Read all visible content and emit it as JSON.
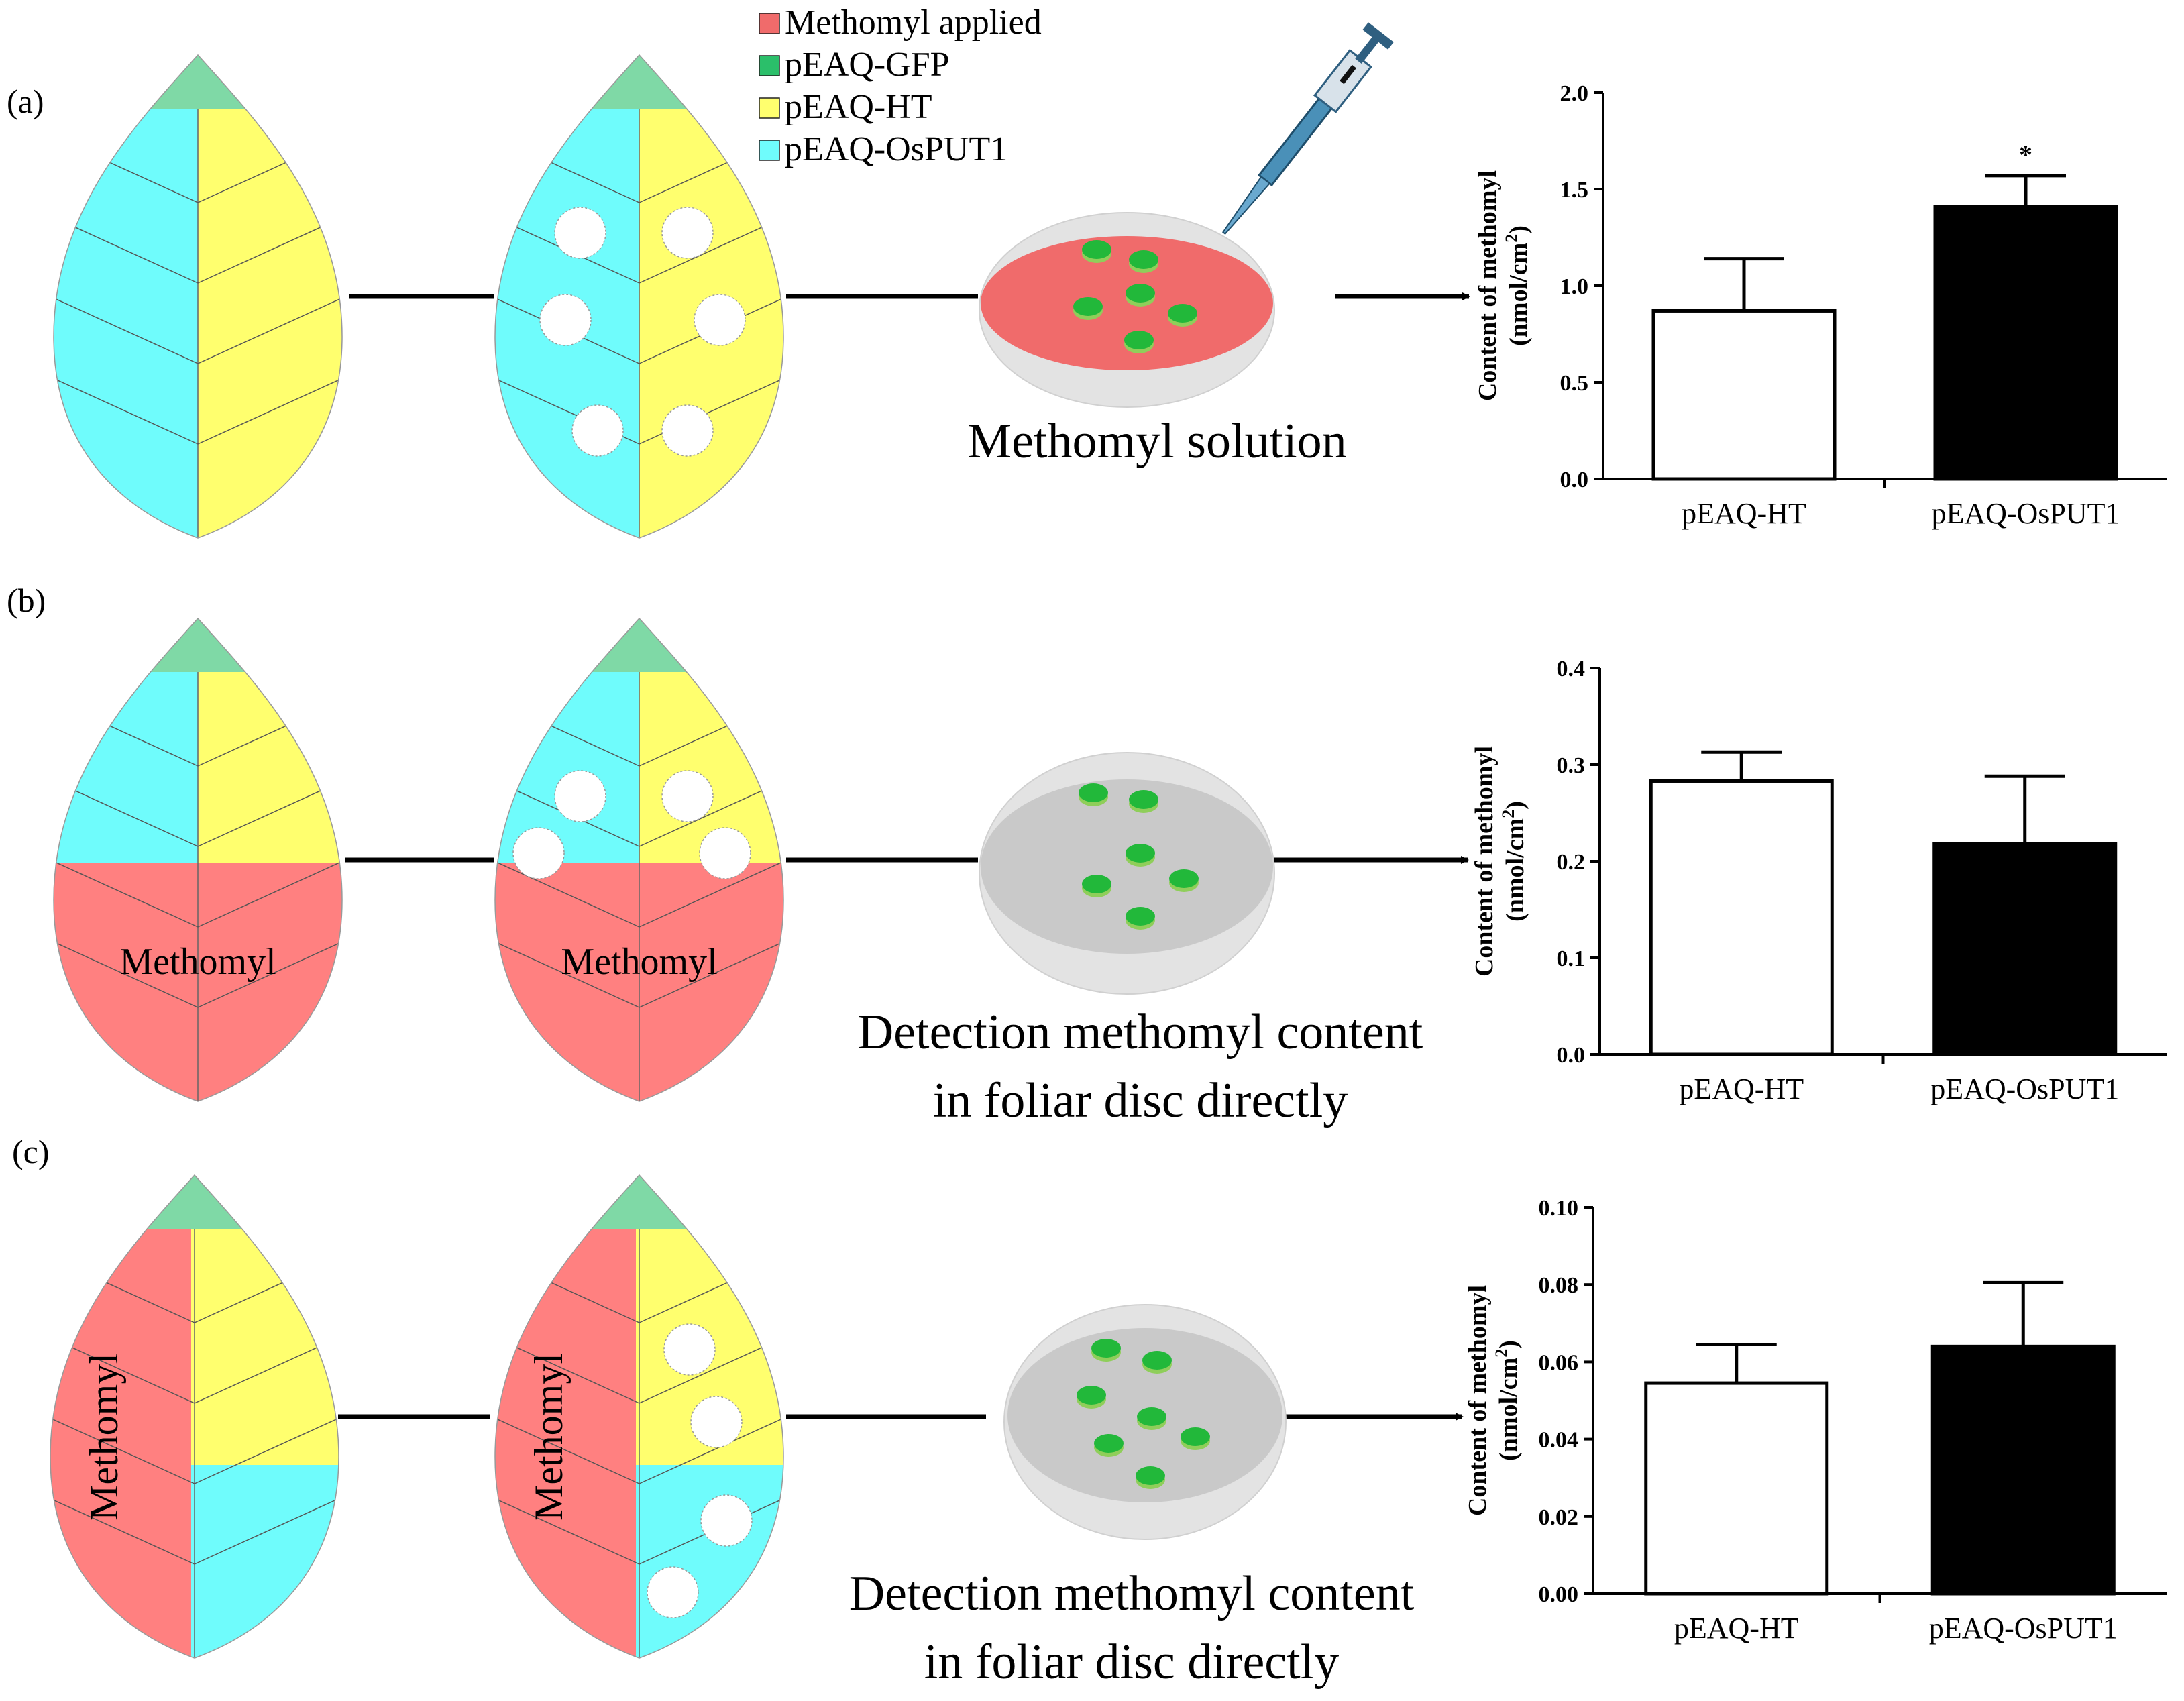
{
  "panels": [
    {
      "label": "(a)",
      "caption_lines": [
        "Methomyl solution"
      ],
      "leaf_text": ""
    },
    {
      "label": "(b)",
      "caption_lines": [
        "Detection methomyl content",
        "in foliar disc directly"
      ],
      "leaf_text": "Methomyl"
    },
    {
      "label": "(c)",
      "caption_lines": [
        "Detection methomyl content",
        "in foliar disc directly"
      ],
      "leaf_text": "Methomyl"
    }
  ],
  "legend": [
    {
      "label": "Methomyl applied",
      "color": "#f06b6b"
    },
    {
      "label": "pEAQ-GFP",
      "color": "#2bbf6a"
    },
    {
      "label": "pEAQ-HT",
      "color": "#ffff6e"
    },
    {
      "label": "pEAQ-OsPUT1",
      "color": "#6ffcfc"
    }
  ],
  "colors": {
    "cyan": "#6ffcfc",
    "yellow": "#ffff6e",
    "red": "#ff8080",
    "leaf_tip": "#7fd9a6",
    "disc_green": "#22b83a",
    "dish_outer": "#e3e3e3",
    "dish_inner_grey": "#c9c9c9",
    "dish_inner_red": "#f06b6b"
  },
  "chart_data": [
    {
      "type": "bar",
      "categories": [
        "pEAQ-HT",
        "pEAQ-OsPUT1"
      ],
      "values": [
        0.87,
        1.41
      ],
      "errors": [
        0.27,
        0.16
      ],
      "fills": [
        "#ffffff",
        "#000000"
      ],
      "ylabel": "Content of methomyl",
      "yunit_prefix": "(nmol/cm",
      "yunit_sup": "2",
      "yunit_suffix": ")",
      "ylim": [
        0,
        2.0
      ],
      "yticks": [
        "0.0",
        "0.5",
        "1.0",
        "1.5",
        "2.0"
      ],
      "yticks_values": [
        0,
        0.5,
        1.0,
        1.5,
        2.0
      ],
      "significance": [
        "",
        "*"
      ]
    },
    {
      "type": "bar",
      "categories": [
        "pEAQ-HT",
        "pEAQ-OsPUT1"
      ],
      "values": [
        0.283,
        0.218
      ],
      "errors": [
        0.03,
        0.07
      ],
      "fills": [
        "#ffffff",
        "#000000"
      ],
      "ylabel": "Content of methomyl",
      "yunit_prefix": "(nmol/cm",
      "yunit_sup": "2",
      "yunit_suffix": ")",
      "ylim": [
        0,
        0.4
      ],
      "yticks": [
        "0.0",
        "0.1",
        "0.2",
        "0.3",
        "0.4"
      ],
      "yticks_values": [
        0,
        0.1,
        0.2,
        0.3,
        0.4
      ],
      "significance": [
        "",
        ""
      ]
    },
    {
      "type": "bar",
      "categories": [
        "pEAQ-HT",
        "pEAQ-OsPUT1"
      ],
      "values": [
        0.0545,
        0.064
      ],
      "errors": [
        0.01,
        0.0165
      ],
      "fills": [
        "#ffffff",
        "#000000"
      ],
      "ylabel": "Content of methomyl",
      "yunit_prefix": "(nmol/cm",
      "yunit_sup": "2",
      "yunit_suffix": ")",
      "ylim": [
        0,
        0.1
      ],
      "yticks": [
        "0.00",
        "0.02",
        "0.04",
        "0.06",
        "0.08",
        "0.10"
      ],
      "yticks_values": [
        0,
        0.02,
        0.04,
        0.06,
        0.08,
        0.1
      ],
      "significance": [
        "",
        ""
      ]
    }
  ]
}
